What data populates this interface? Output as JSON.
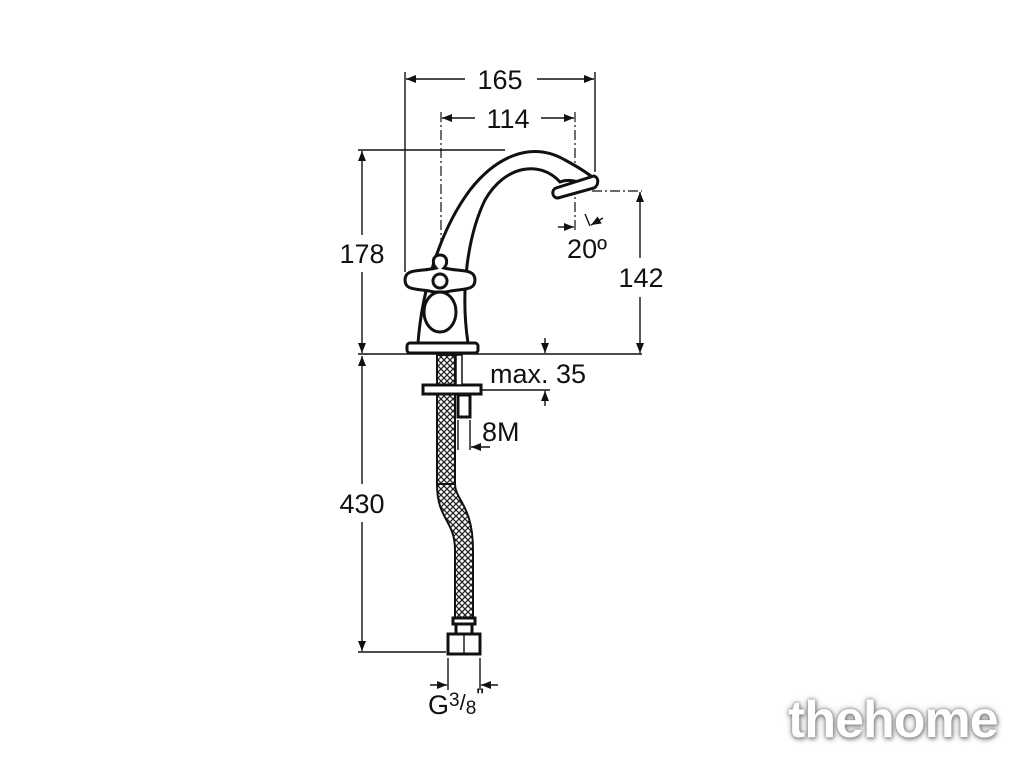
{
  "drawing": {
    "dimensions": {
      "overall_width": "165",
      "spout_reach": "114",
      "height_total": "178",
      "spout_height": "142",
      "spray_angle": "20º",
      "max_deck_thickness": "max. 35",
      "fixing_rod": "8M",
      "hose_length": "430",
      "connection_main": "G",
      "connection_num": "3",
      "connection_sep": "/",
      "connection_den": "8",
      "connection_unit": "\""
    }
  },
  "watermark": "thehome"
}
